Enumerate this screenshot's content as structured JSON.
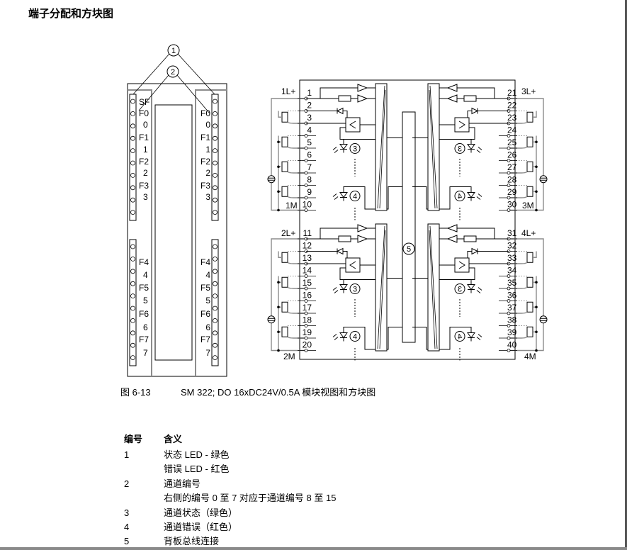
{
  "title": "端子分配和方块图",
  "figure": {
    "number": "图 6-13",
    "caption": "SM 322; DO 16xDC24V/0.5A 模块视图和方块图"
  },
  "module_view": {
    "callouts": [
      "1",
      "2"
    ],
    "left_upper_labels": [
      "SF",
      "F0",
      "0",
      "F1",
      "1",
      "F2",
      "2",
      "F3",
      "3"
    ],
    "right_upper_labels": [
      "F0",
      "0",
      "F1",
      "1",
      "F2",
      "2",
      "F3",
      "3"
    ],
    "left_lower_labels": [
      "F4",
      "4",
      "F5",
      "5",
      "F6",
      "6",
      "F7",
      "7"
    ],
    "right_lower_labels": [
      "F4",
      "4",
      "F5",
      "5",
      "F6",
      "6",
      "F7",
      "7"
    ]
  },
  "block_diagram": {
    "supply_labels": {
      "l1": "1L+",
      "m1": "1M",
      "l2": "2L+",
      "m2": "2M",
      "l3": "3L+",
      "m3": "3M",
      "l4": "4L+",
      "m4": "4M"
    },
    "terminals_left_upper": [
      "1",
      "2",
      "3",
      "4",
      "5",
      "6",
      "7",
      "8",
      "9",
      "10"
    ],
    "terminals_left_lower": [
      "11",
      "12",
      "13",
      "14",
      "15",
      "16",
      "17",
      "18",
      "19",
      "20"
    ],
    "terminals_right_upper": [
      "21",
      "22",
      "23",
      "24",
      "25",
      "26",
      "27",
      "28",
      "29",
      "30"
    ],
    "terminals_right_lower": [
      "31",
      "32",
      "33",
      "34",
      "35",
      "36",
      "37",
      "38",
      "39",
      "40"
    ],
    "callouts": {
      "status": "3",
      "error": "4",
      "bus": "5"
    }
  },
  "table": {
    "headers": [
      "编号",
      "含义"
    ],
    "rows": [
      {
        "num": "1",
        "text": "状态 LED - 绿色"
      },
      {
        "num": "",
        "text": "错误 LED - 红色"
      },
      {
        "num": "2",
        "text": "通道编号"
      },
      {
        "num": "",
        "text": "右侧的编号 0 至 7 对应于通道编号 8 至 15"
      },
      {
        "num": "3",
        "text": "通道状态（绿色）"
      },
      {
        "num": "4",
        "text": "通道错误（红色）"
      },
      {
        "num": "5",
        "text": "背板总线连接"
      }
    ]
  }
}
